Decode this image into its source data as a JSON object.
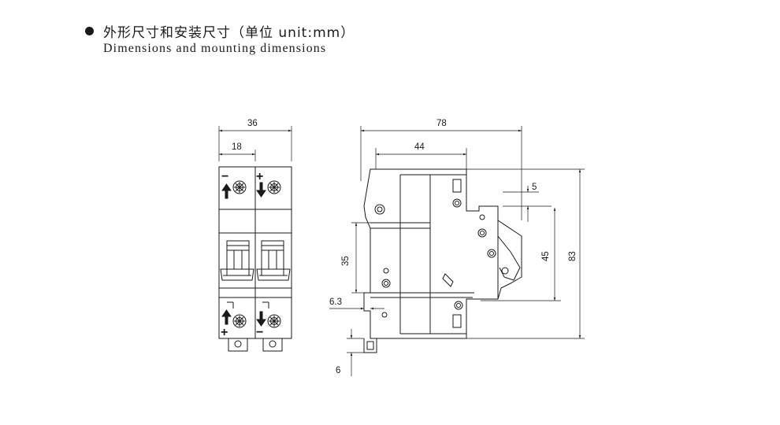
{
  "header": {
    "title_cn": "外形尺寸和安装尺寸（单位 unit:mm）",
    "title_en": "Dimensions and mounting dimensions"
  },
  "front_view": {
    "width_label": "36",
    "pole_width_label": "18",
    "minus_sign": "−",
    "plus_sign": "+"
  },
  "side_view": {
    "depth_label": "78",
    "front_depth_label": "44",
    "offset_label": "5",
    "rail_label": "35",
    "window_label": "45",
    "height_label": "83",
    "rail_thickness_label": "6.3",
    "clip_label": "6"
  }
}
